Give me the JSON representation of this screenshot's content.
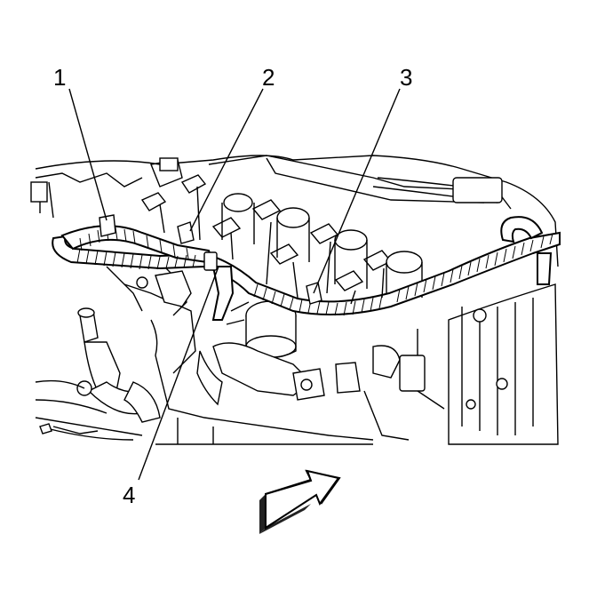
{
  "callouts": {
    "c1": "1",
    "c2": "2",
    "c3": "3",
    "c4": "4"
  },
  "icons": {
    "direction_arrow": "front-direction-arrow-icon"
  }
}
